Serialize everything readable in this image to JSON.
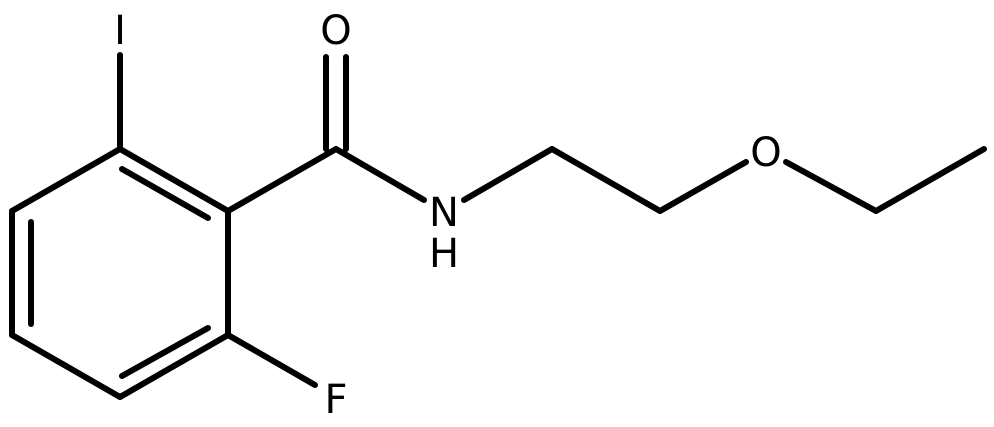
{
  "molecule": {
    "atoms": {
      "iodine": "I",
      "carbonyl_oxygen": "O",
      "amide_nitrogen": "N",
      "amide_hydrogen": "H",
      "ether_oxygen": "O",
      "fluorine": "F"
    },
    "colors": {
      "bond": "#000000",
      "label": "#000000",
      "background": "#ffffff"
    }
  }
}
